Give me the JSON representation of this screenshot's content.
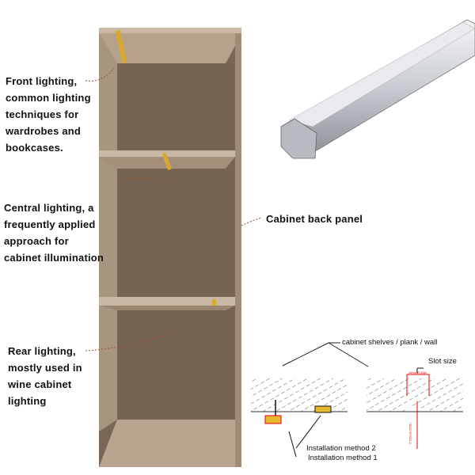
{
  "labels": {
    "front": "Front lighting, common lighting techniques for wardrobes and bookcases.",
    "central": "Central lighting, a frequently applied approach for cabinet illumination",
    "back_panel": "Cabinet back panel",
    "rear": "Rear lighting, mostly used in wine cabinet lighting"
  },
  "diagram": {
    "surface": "cabinet shelves / plank / wall",
    "slot_size": "Slot size",
    "slot_width": "16mm/0.64in",
    "slot_depth": "6.5mm/0.256in",
    "method2": "Installation method 2",
    "method1": "Installation method 1"
  },
  "colors": {
    "wood": "#7a6656",
    "wood_light": "#b9a58f",
    "led": "#e8b830",
    "dim": "#e00000"
  }
}
